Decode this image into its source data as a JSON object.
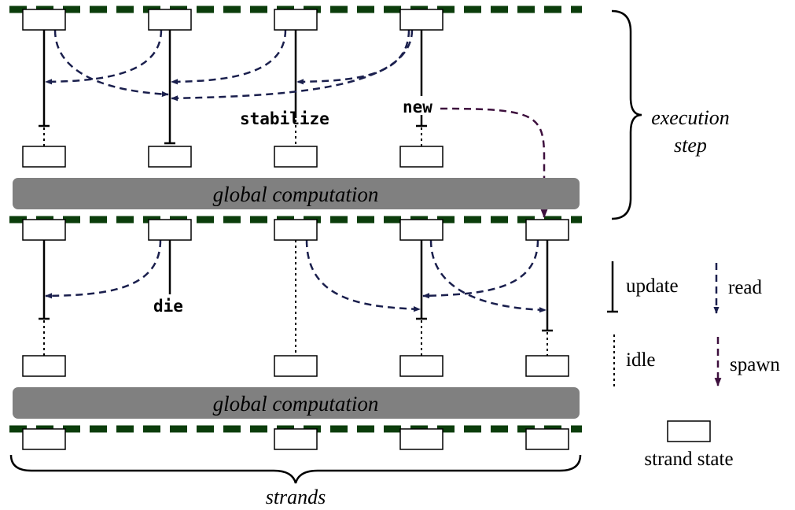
{
  "labels": {
    "global_computation_1": "global computation",
    "global_computation_2": "global computation",
    "execution_step_line1": "execution",
    "execution_step_line2": "step",
    "strands": "strands",
    "stabilize": "stabilize",
    "new": "new",
    "die": "die"
  },
  "legend": {
    "update": "update",
    "read": "read",
    "idle": "idle",
    "spawn": "spawn",
    "strand_state": "strand state"
  },
  "colors": {
    "barrier": "#0b3d0b",
    "read_arrow": "#1a1f4d",
    "spawn_arrow": "#3d0f3d",
    "global_bar": "#808080",
    "line": "#000000"
  }
}
